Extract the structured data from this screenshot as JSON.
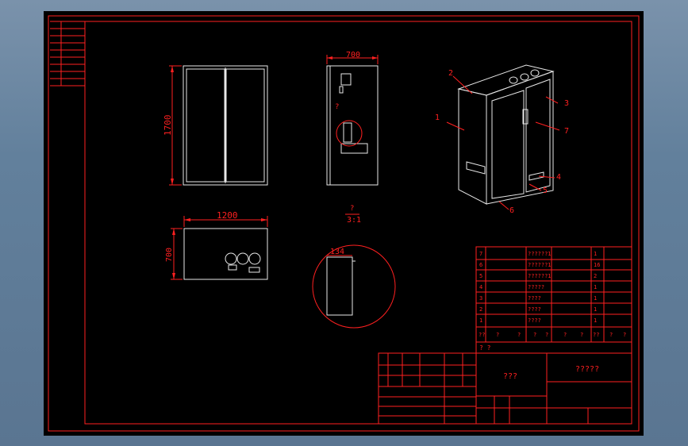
{
  "colors": {
    "background": "#5d7794",
    "sheet": "#000000",
    "frame": "#ff2020",
    "geometry": "#e8e8e8"
  },
  "front_view": {
    "height_dim": "1700"
  },
  "side_view": {
    "width_dim": "700",
    "detail_callout": "?"
  },
  "top_view": {
    "width_dim": "1200",
    "depth_dim": "700"
  },
  "detail": {
    "scale_label_top": "?",
    "scale_label_bottom": "3:1",
    "dim": "134"
  },
  "iso_view": {
    "balloons": [
      "2",
      "1",
      "3",
      "7",
      "4",
      "5",
      "6"
    ]
  },
  "parts_list": {
    "rows": [
      {
        "no": "7",
        "name": "??????1",
        "qty": "1"
      },
      {
        "no": "6",
        "name": "??????1",
        "qty": "16"
      },
      {
        "no": "5",
        "name": "??????1",
        "qty": "2"
      },
      {
        "no": "4",
        "name": "?????",
        "qty": "1"
      },
      {
        "no": "3",
        "name": "????",
        "qty": "1"
      },
      {
        "no": "2",
        "name": "????",
        "qty": "1"
      },
      {
        "no": "1",
        "name": "????",
        "qty": "1"
      }
    ],
    "header": [
      "??",
      "?",
      "?",
      "?",
      "?",
      "?",
      "?",
      "??",
      "?",
      "?"
    ],
    "note": "? ?"
  },
  "title_block": {
    "left_title": "???",
    "right_title": "?????"
  }
}
